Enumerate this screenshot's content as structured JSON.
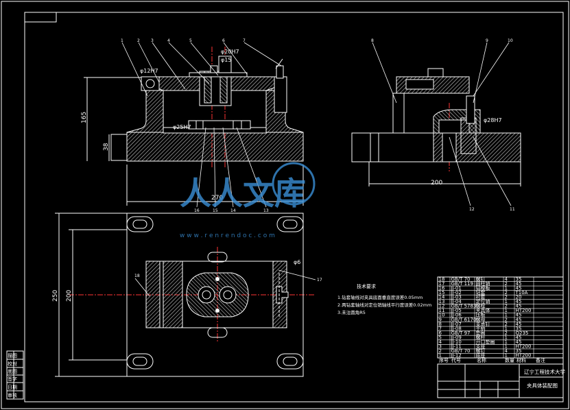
{
  "colors": {
    "background": "#000000",
    "lines": "#ffffff",
    "center_lines": "#ff3333",
    "accent": "#ffff00",
    "hatch": "#cfcfcf",
    "watermark": "#3a8fd6"
  },
  "part_numbers_front": [
    "1",
    "2",
    "3",
    "4",
    "5",
    "6",
    "7"
  ],
  "part_numbers_side": [
    "8",
    "9",
    "10"
  ],
  "part_numbers_bottom": [
    "16",
    "15",
    "14",
    "13"
  ],
  "side_bottom_numbers": [
    "12",
    "11"
  ],
  "plan_numbers": {
    "left": "18",
    "right": "17"
  },
  "dimensions": {
    "front_height": "165",
    "front_base": "38",
    "front_width": "270",
    "dia_top": "φ20H7",
    "dia_15": "φ15",
    "dia_12": "φ12H7",
    "dia_25": "φ25H7",
    "side_dia": "φ28H7",
    "side_width": "200",
    "plan_height": "250",
    "plan_inner": "200",
    "plan_dia": "φ6"
  },
  "tech_notes": {
    "title": "技术要求",
    "items": [
      "1.钻套轴线对夹具底面垂直度误差0.05mm",
      "2.两钻套轴线对定位销轴线平行度误差0.02mm",
      "3.未注圆角R5"
    ]
  },
  "title_block": {
    "university": "辽宁工程技术大学",
    "drawing_name": "夹具体装配图"
  },
  "bom_headers": [
    "序号",
    "代号",
    "名称",
    "数量",
    "材料",
    "备注"
  ],
  "bom_rows": [
    [
      "18",
      "GB/T 70",
      "螺钉",
      "4",
      "35",
      ""
    ],
    [
      "17",
      "GB/T 119",
      "圆柱销",
      "2",
      "45",
      ""
    ],
    [
      "16",
      "JJ-01",
      "钻模板",
      "1",
      "45",
      ""
    ],
    [
      "15",
      "JJ-02",
      "钻套",
      "2",
      "T10A",
      ""
    ],
    [
      "14",
      "JJ-03",
      "衬套",
      "2",
      "20",
      ""
    ],
    [
      "13",
      "JJ-04",
      "定位销",
      "1",
      "45",
      ""
    ],
    [
      "12",
      "GB/T 5783",
      "螺栓",
      "2",
      "45",
      ""
    ],
    [
      "11",
      "JJ-05",
      "夹具体",
      "1",
      "HT200",
      ""
    ],
    [
      "10",
      "JJ-06",
      "压板",
      "1",
      "45",
      ""
    ],
    [
      "9",
      "GB/T 6170",
      "螺母",
      "2",
      "45",
      ""
    ],
    [
      "8",
      "JJ-07",
      "支承钉",
      "2",
      "45",
      ""
    ],
    [
      "7",
      "JJ-08",
      "手柄",
      "1",
      "35",
      ""
    ],
    [
      "6",
      "GB/T 97",
      "垫圈",
      "2",
      "Q235",
      ""
    ],
    [
      "5",
      "JJ-09",
      "螺杆",
      "1",
      "45",
      ""
    ],
    [
      "4",
      "JJ-10",
      "开口垫圈",
      "1",
      "45",
      ""
    ],
    [
      "3",
      "JJ-11",
      "支座",
      "1",
      "HT200",
      ""
    ],
    [
      "2",
      "GB/T 70",
      "螺钉",
      "4",
      "35",
      ""
    ],
    [
      "1",
      "JJ-12",
      "底座",
      "1",
      "HT200",
      ""
    ]
  ],
  "left_strip_labels": [
    "描图",
    "校对",
    "底图",
    "签字",
    "日期",
    "审核"
  ],
  "watermark": {
    "text": "人人文库",
    "url": "w w w . r e n r e n d o c . c o m"
  }
}
